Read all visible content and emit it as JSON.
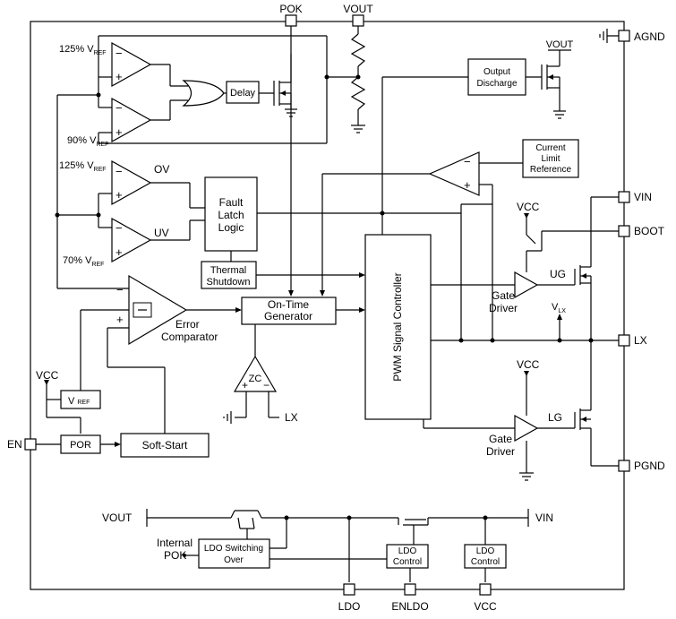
{
  "pins": {
    "pok": "POK",
    "vout_top": "VOUT",
    "agnd": "AGND",
    "vin": "VIN",
    "boot": "BOOT",
    "lx": "LX",
    "pgnd": "PGND",
    "en": "EN",
    "ldo": "LDO",
    "enldo": "ENLDO",
    "vcc": "VCC"
  },
  "comparators": {
    "ref_125_a": "125%",
    "ref_90": "90%",
    "ref_125_b": "125%",
    "ref_70": "70%",
    "vref": "V",
    "vref_sub": "REF",
    "ov": "OV",
    "uv": "UV"
  },
  "blocks": {
    "delay": "Delay",
    "output_discharge_1": "Output",
    "output_discharge_2": "Discharge",
    "current_limit_1": "Current",
    "current_limit_2": "Limit",
    "current_limit_3": "Reference",
    "fault_1": "Fault",
    "fault_2": "Latch",
    "fault_3": "Logic",
    "thermal_1": "Thermal",
    "thermal_2": "Shutdown",
    "ontime_1": "On-Time",
    "ontime_2": "Generator",
    "pwm": "PWM Signal Controller",
    "vref_block": "V",
    "vref_block_sub": "REF",
    "por": "POR",
    "softstart": "Soft-Start",
    "ldo_switch_1": "LDO Switching",
    "ldo_switch_2": "Over",
    "ldo_control_1": "LDO",
    "ldo_control_2": "Control",
    "ldo_control_b1": "LDO",
    "ldo_control_b2": "Control",
    "zc": "ZC"
  },
  "labels": {
    "error_1": "Error",
    "error_2": "Comparator",
    "vcc_left": "VCC",
    "vout_discharge": "VOUT",
    "vcc_ug": "VCC",
    "vcc_lg": "VCC",
    "ug": "UG",
    "lg": "LG",
    "gate_driver_1a": "Gate",
    "gate_driver_1b": "Driver",
    "gate_driver_2a": "Gate",
    "gate_driver_2b": "Driver",
    "vlx": "V",
    "vlx_sub": "LX",
    "zc_lx": "LX",
    "vout_ldo": "VOUT",
    "vin_ldo": "VIN",
    "internal_1": "Internal",
    "internal_2": "POK",
    "plus": "+",
    "minus": "−"
  }
}
